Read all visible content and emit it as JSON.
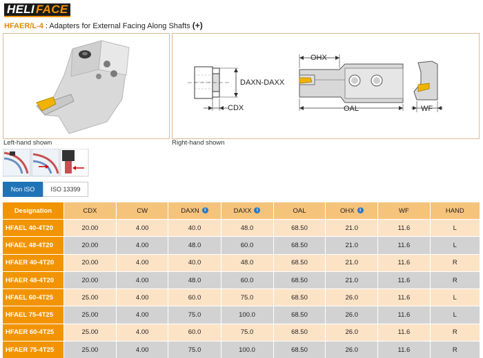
{
  "brand": {
    "part1": "HELI",
    "part2": "FACE"
  },
  "header": {
    "code": "HFAER/L-4",
    "separator": " : ",
    "description": "Adapters for External Facing Along Shafts",
    "symbol": "(+)"
  },
  "left_panel": {
    "caption": "Left-hand shown"
  },
  "right_panel": {
    "caption": "Right-hand shown",
    "labels": {
      "daxn_daxx": "DAXN-DAXX",
      "cdx": "CDX",
      "ohx": "OHX",
      "oal": "OAL",
      "wf": "WF"
    }
  },
  "standard_tabs": {
    "active": "Non ISO",
    "inactive": "ISO 13399"
  },
  "table": {
    "columns": [
      "Designation",
      "CDX",
      "CW",
      "DAXN",
      "DAXX",
      "OAL",
      "OHX",
      "WF",
      "HAND"
    ],
    "info_marker": "i",
    "rows": [
      [
        "HFAEL 40-4T20",
        "20.00",
        "4.00",
        "40.0",
        "48.0",
        "68.50",
        "21.0",
        "11.6",
        "L"
      ],
      [
        "HFAEL 48-4T20",
        "20.00",
        "4.00",
        "48.0",
        "60.0",
        "68.50",
        "21.0",
        "11.6",
        "L"
      ],
      [
        "HFAER 40-4T20",
        "20.00",
        "4.00",
        "40.0",
        "48.0",
        "68.50",
        "21.0",
        "11.6",
        "R"
      ],
      [
        "HFAER 48-4T20",
        "20.00",
        "4.00",
        "48.0",
        "60.0",
        "68.50",
        "21.0",
        "11.6",
        "R"
      ],
      [
        "HFAEL 60-4T25",
        "25.00",
        "4.00",
        "60.0",
        "75.0",
        "68.50",
        "26.0",
        "11.6",
        "L"
      ],
      [
        "HFAEL 75-4T25",
        "25.00",
        "4.00",
        "75.0",
        "100.0",
        "68.50",
        "26.0",
        "11.6",
        "L"
      ],
      [
        "HFAER 60-4T25",
        "25.00",
        "4.00",
        "60.0",
        "75.0",
        "68.50",
        "26.0",
        "11.6",
        "R"
      ],
      [
        "HFAER 75-4T25",
        "25.00",
        "4.00",
        "75.0",
        "100.0",
        "68.50",
        "26.0",
        "11.6",
        "R"
      ]
    ]
  },
  "colors": {
    "accent": "#f29400",
    "header_cells": "#f6c37a",
    "row_light": "#fde3c6",
    "row_grey": "#d2d2d2",
    "tab_active": "#1f73b7",
    "insert": "#f0b400"
  }
}
